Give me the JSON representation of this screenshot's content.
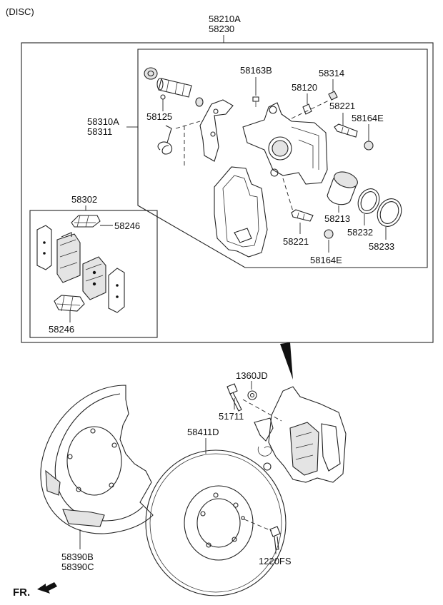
{
  "header": {
    "variant": "(DISC)"
  },
  "labels": {
    "assy_a": "58210A",
    "assy_b": "58230",
    "caliper_a": "58310A",
    "caliper_b": "58311",
    "pad_kit": "58302",
    "p58163B": "58163B",
    "p58314": "58314",
    "p58120": "58120",
    "p58221_top": "58221",
    "p58164E_top": "58164E",
    "p58125": "58125",
    "p58213": "58213",
    "p58232": "58232",
    "p58233": "58233",
    "p58221_bottom": "58221",
    "p58164E_bottom": "58164E",
    "p58246_right": "58246",
    "p58246_bottom": "58246",
    "p1360JD": "1360JD",
    "p51711": "51711",
    "p58411D": "58411D",
    "p58390B": "58390B",
    "p58390C": "58390C",
    "p1220FS": "1220FS"
  },
  "footer": {
    "direction": "FR."
  }
}
